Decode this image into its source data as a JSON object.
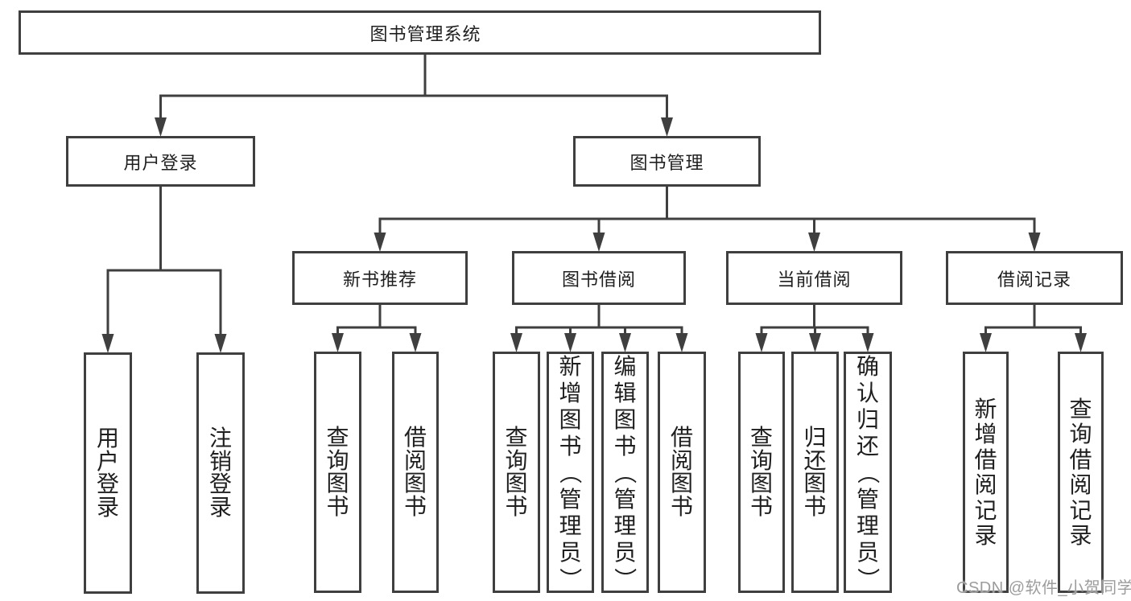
{
  "diagram": {
    "nodes": [
      {
        "id": "root",
        "label": "图书管理系统"
      },
      {
        "id": "user-login",
        "label": "用户登录",
        "parent": "root"
      },
      {
        "id": "book-mgmt",
        "label": "图书管理",
        "parent": "root"
      },
      {
        "id": "new-book-rec",
        "label": "新书推荐",
        "parent": "book-mgmt"
      },
      {
        "id": "book-borrow",
        "label": "图书借阅",
        "parent": "book-mgmt"
      },
      {
        "id": "current-borrow",
        "label": "当前借阅",
        "parent": "book-mgmt"
      },
      {
        "id": "borrow-record",
        "label": "借阅记录",
        "parent": "book-mgmt"
      },
      {
        "id": "login-user",
        "label": "用户登录",
        "parent": "user-login",
        "vertical": true
      },
      {
        "id": "logout-user",
        "label": "注销登录",
        "parent": "user-login",
        "vertical": true
      },
      {
        "id": "rec-query-book",
        "label": "查询图书",
        "parent": "new-book-rec",
        "vertical": true
      },
      {
        "id": "rec-borrow-book",
        "label": "借阅图书",
        "parent": "new-book-rec",
        "vertical": true
      },
      {
        "id": "bb-query-book",
        "label": "查询图书",
        "parent": "book-borrow",
        "vertical": true
      },
      {
        "id": "bb-add-book",
        "label": "新增图书（管理员）",
        "parent": "book-borrow",
        "vertical": true
      },
      {
        "id": "bb-edit-book",
        "label": "编辑图书（管理员）",
        "parent": "book-borrow",
        "vertical": true
      },
      {
        "id": "bb-borrow-book",
        "label": "借阅图书",
        "parent": "book-borrow",
        "vertical": true
      },
      {
        "id": "cb-query-book",
        "label": "查询图书",
        "parent": "current-borrow",
        "vertical": true
      },
      {
        "id": "cb-return-book",
        "label": "归还图书",
        "parent": "current-borrow",
        "vertical": true
      },
      {
        "id": "cb-confirm-return",
        "label": "确认归还（管理员）",
        "parent": "current-borrow",
        "vertical": true
      },
      {
        "id": "br-add-record",
        "label": "新增借阅记录",
        "parent": "borrow-record",
        "vertical": true
      },
      {
        "id": "br-query-record",
        "label": "查询借阅记录",
        "parent": "borrow-record",
        "vertical": true
      }
    ],
    "colors": {
      "line": "#3f3f3f",
      "text": "#1f1f1f",
      "background": "#ffffff"
    }
  },
  "watermark": {
    "text": "CSDN @软件_小贺同学"
  }
}
